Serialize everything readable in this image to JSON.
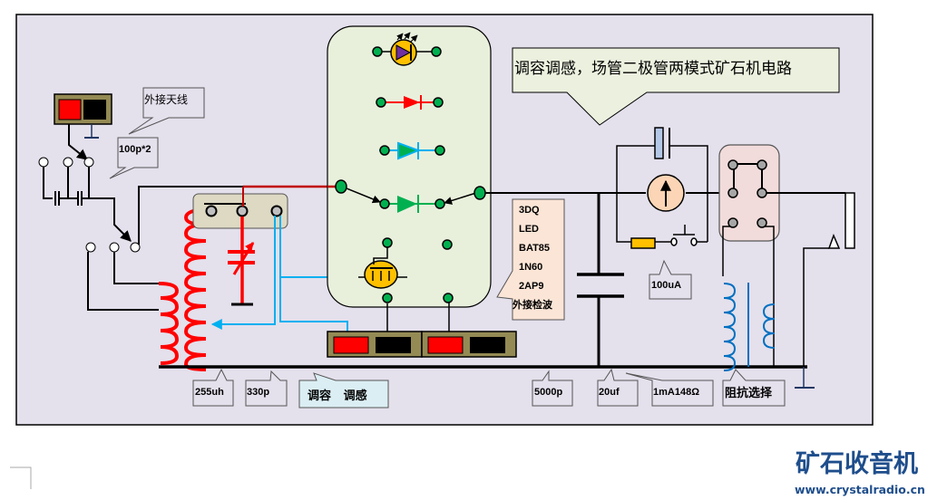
{
  "title": "调容调感，场管二极管两模式矿石机电路",
  "labels": {
    "antenna": "外接天线",
    "cap_100p": "100p*2",
    "coil_255uh": "255uh",
    "cap_330p": "330p",
    "tune_mode": "调容   调感",
    "detectors": [
      "3DQ",
      "LED",
      "BAT85",
      "1N60",
      "2AP9",
      "外接检波"
    ],
    "meter_100ua": "100uA",
    "cap_5000p": "5000p",
    "cap_20uf": "20uf",
    "earphone_1ma": "1mA148Ω",
    "impedance": "阻抗选择"
  },
  "brand": {
    "name": "矿石收音机",
    "url": "www.crystalradio.cn"
  },
  "colors": {
    "background": "#e4e0ec",
    "panel_green": "#e8f0dc",
    "callout_peach": "#fbe5d6",
    "callout_blue": "#dbeef4",
    "coil_red": "#ff0000",
    "wire_blue": "#00b0f0",
    "node_green": "#00b050",
    "brand_blue": "#1f4e8c",
    "terminal_olive": "#948a54",
    "jack_pink": "#f2dcdb",
    "switch_tan": "#ddd9c3",
    "fet_yellow": "#ffc000",
    "meter_orange": "#fbd5b5"
  }
}
